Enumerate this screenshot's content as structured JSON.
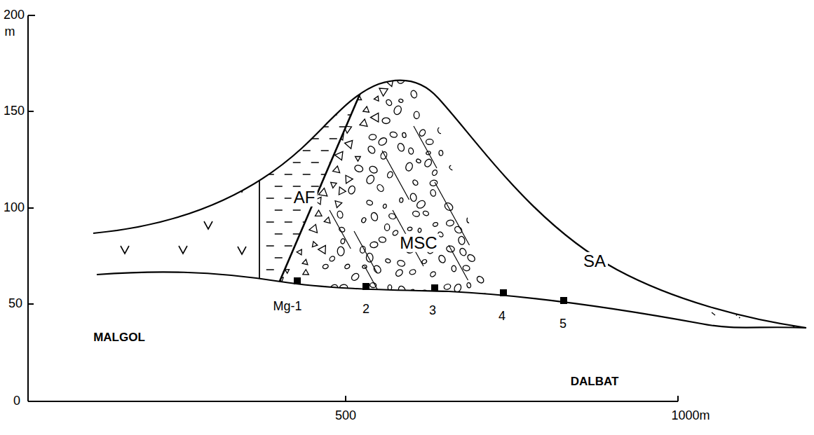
{
  "diagram": {
    "labels": [
      "200",
      "m",
      "150",
      "100",
      "50",
      "0",
      "500",
      "1000m",
      "AF",
      "MSC",
      "SA",
      "Mg-1",
      "2",
      "3",
      "4",
      "5",
      "MALGOL",
      "DALBAT"
    ]
  }
}
